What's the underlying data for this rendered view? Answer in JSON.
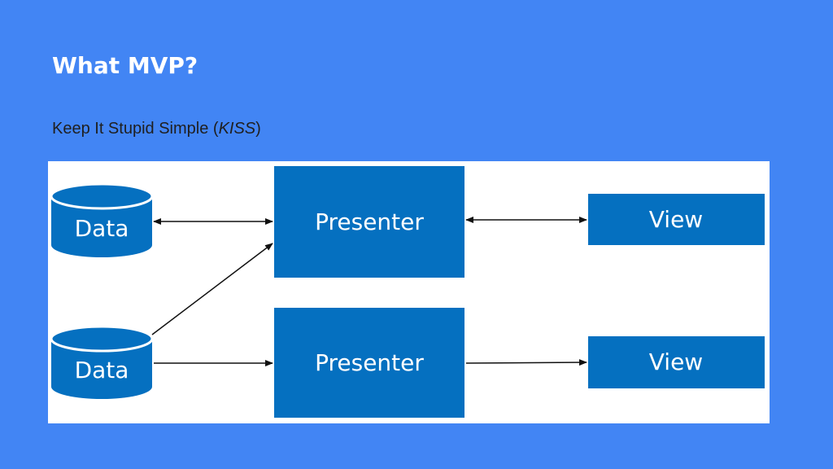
{
  "slide": {
    "title": "What MVP?",
    "subtitle_prefix": "Keep It Stupid Simple (",
    "subtitle_emphasis": "KISS",
    "subtitle_suffix": ")"
  },
  "diagram": {
    "colors": {
      "box_fill": "#0570c0",
      "arrow": "#111111",
      "background": "#ffffff",
      "slide_background": "#4285f4"
    },
    "data_store_1": "Data",
    "data_store_2": "Data",
    "presenter_1": "Presenter",
    "presenter_2": "Presenter",
    "view_1": "View",
    "view_2": "View",
    "connections": [
      {
        "from": "data_store_1",
        "to": "presenter_1",
        "direction": "bidirectional"
      },
      {
        "from": "data_store_2",
        "to": "presenter_1",
        "direction": "forward"
      },
      {
        "from": "presenter_1",
        "to": "view_1",
        "direction": "bidirectional"
      },
      {
        "from": "data_store_2",
        "to": "presenter_2",
        "direction": "forward"
      },
      {
        "from": "presenter_2",
        "to": "view_2",
        "direction": "forward"
      }
    ]
  }
}
